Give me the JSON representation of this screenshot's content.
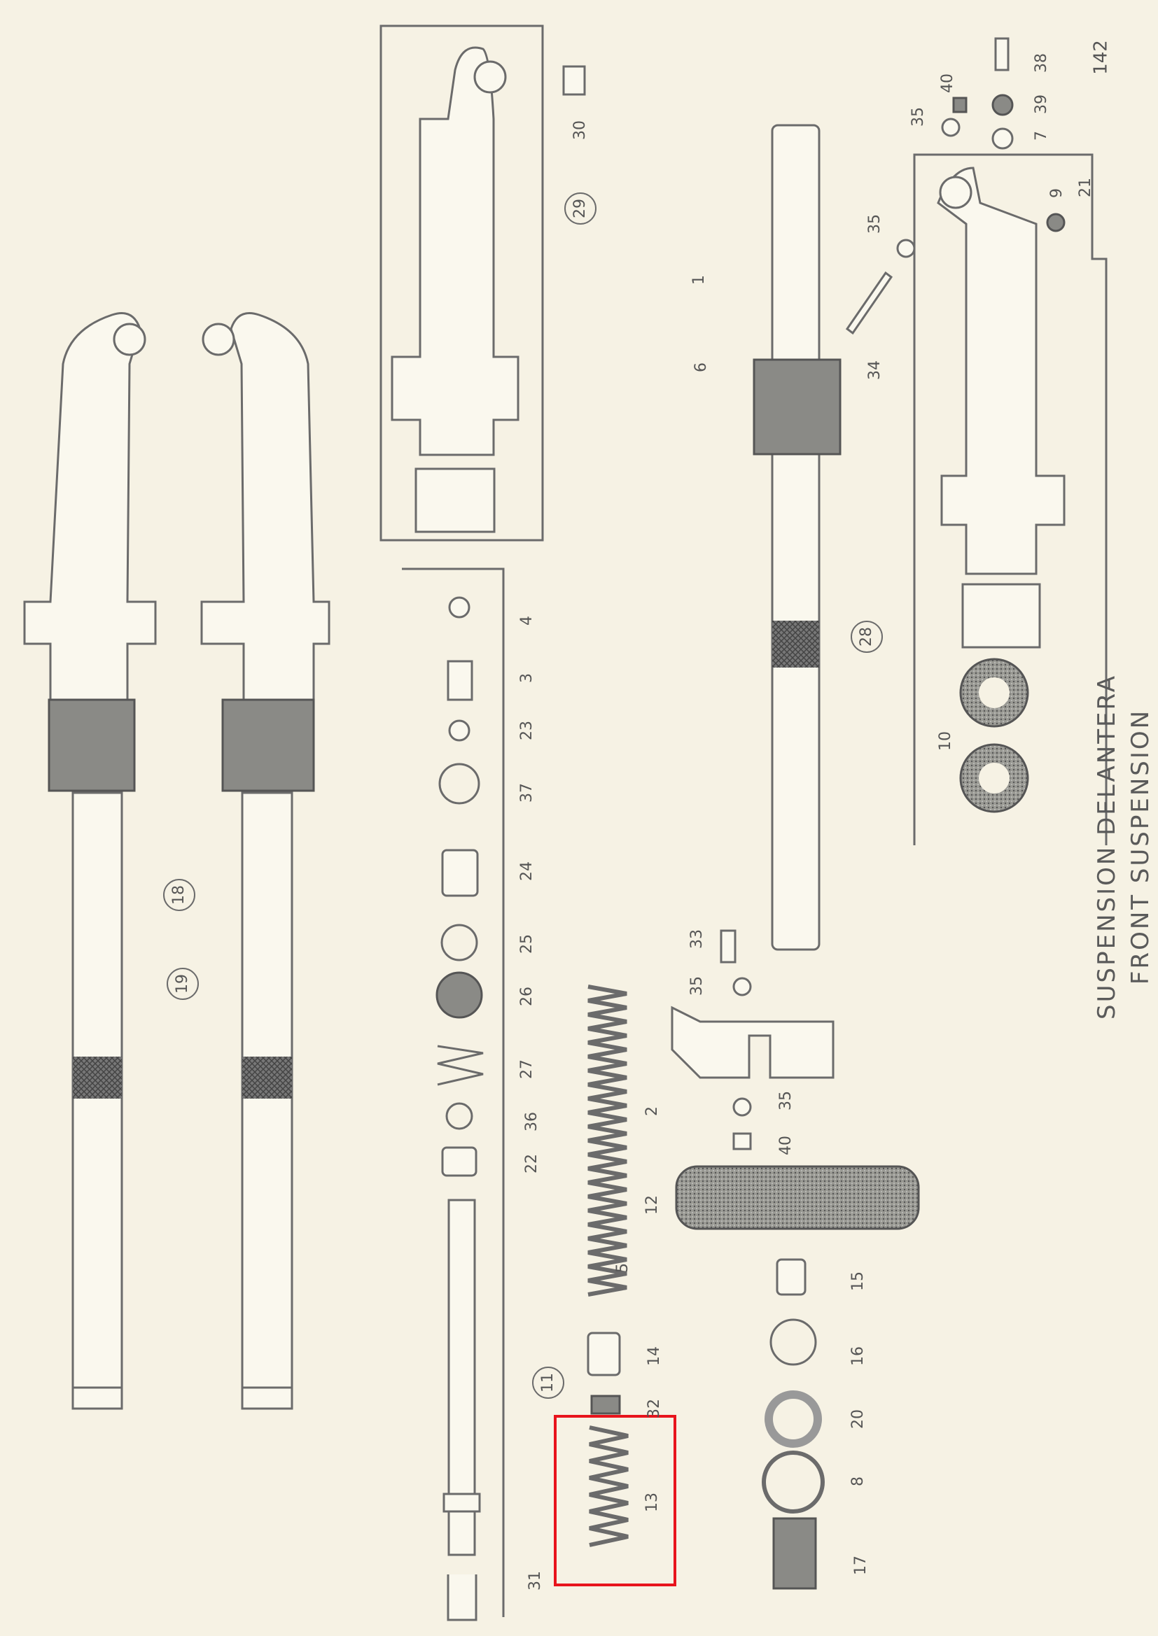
{
  "page_number": "142",
  "title_es": "SUSPENSION DELANTERA",
  "title_en": "FRONT SUSPENSION",
  "highlight_color": "#e8141c",
  "callouts": [
    "142",
    "38",
    "40",
    "39",
    "35",
    "7",
    "9",
    "21",
    "35",
    "34",
    "1",
    "6",
    "29",
    "30",
    "28",
    "10",
    "4",
    "3",
    "23",
    "37",
    "24",
    "25",
    "26",
    "27",
    "36",
    "22",
    "5",
    "14",
    "32",
    "13",
    "11",
    "31",
    "33",
    "35",
    "2",
    "35",
    "40",
    "12",
    "15",
    "16",
    "20",
    "8",
    "17",
    "19",
    "18"
  ],
  "highlighted_part": "13"
}
